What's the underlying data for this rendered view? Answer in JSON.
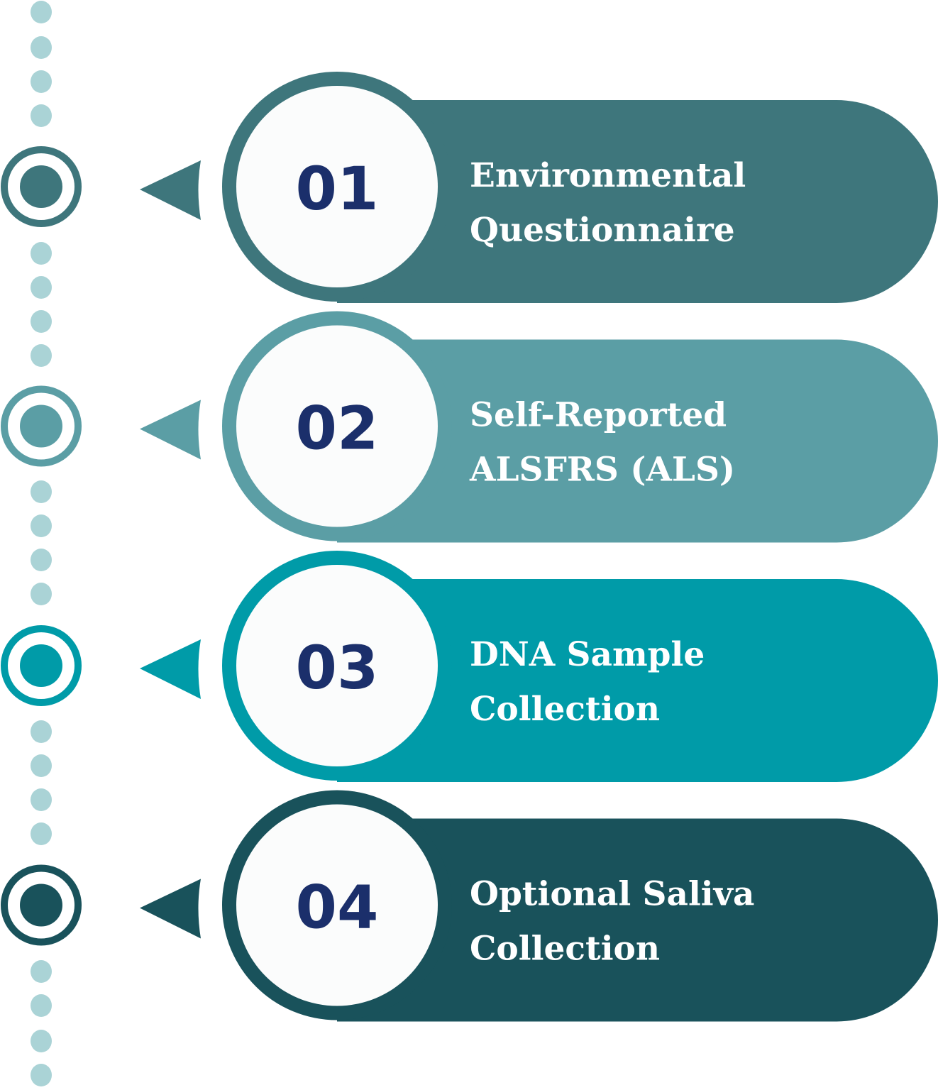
{
  "colors": {
    "dot": "#aad3d6",
    "number": "#1b2f6b",
    "circle_fill": "#fbfcfc",
    "text": "#ffffff"
  },
  "steps": [
    {
      "number": "01",
      "line1": "Environmental",
      "line2": "Questionnaire",
      "color": "#3e767c"
    },
    {
      "number": "02",
      "line1": "Self-Reported",
      "line2": "ALSFRS (ALS)",
      "color": "#5b9ea5"
    },
    {
      "number": "03",
      "line1": "DNA Sample",
      "line2": "Collection",
      "color": "#009ba8"
    },
    {
      "number": "04",
      "line1": "Optional Saliva",
      "line2": "Collection",
      "color": "#19525b"
    }
  ]
}
